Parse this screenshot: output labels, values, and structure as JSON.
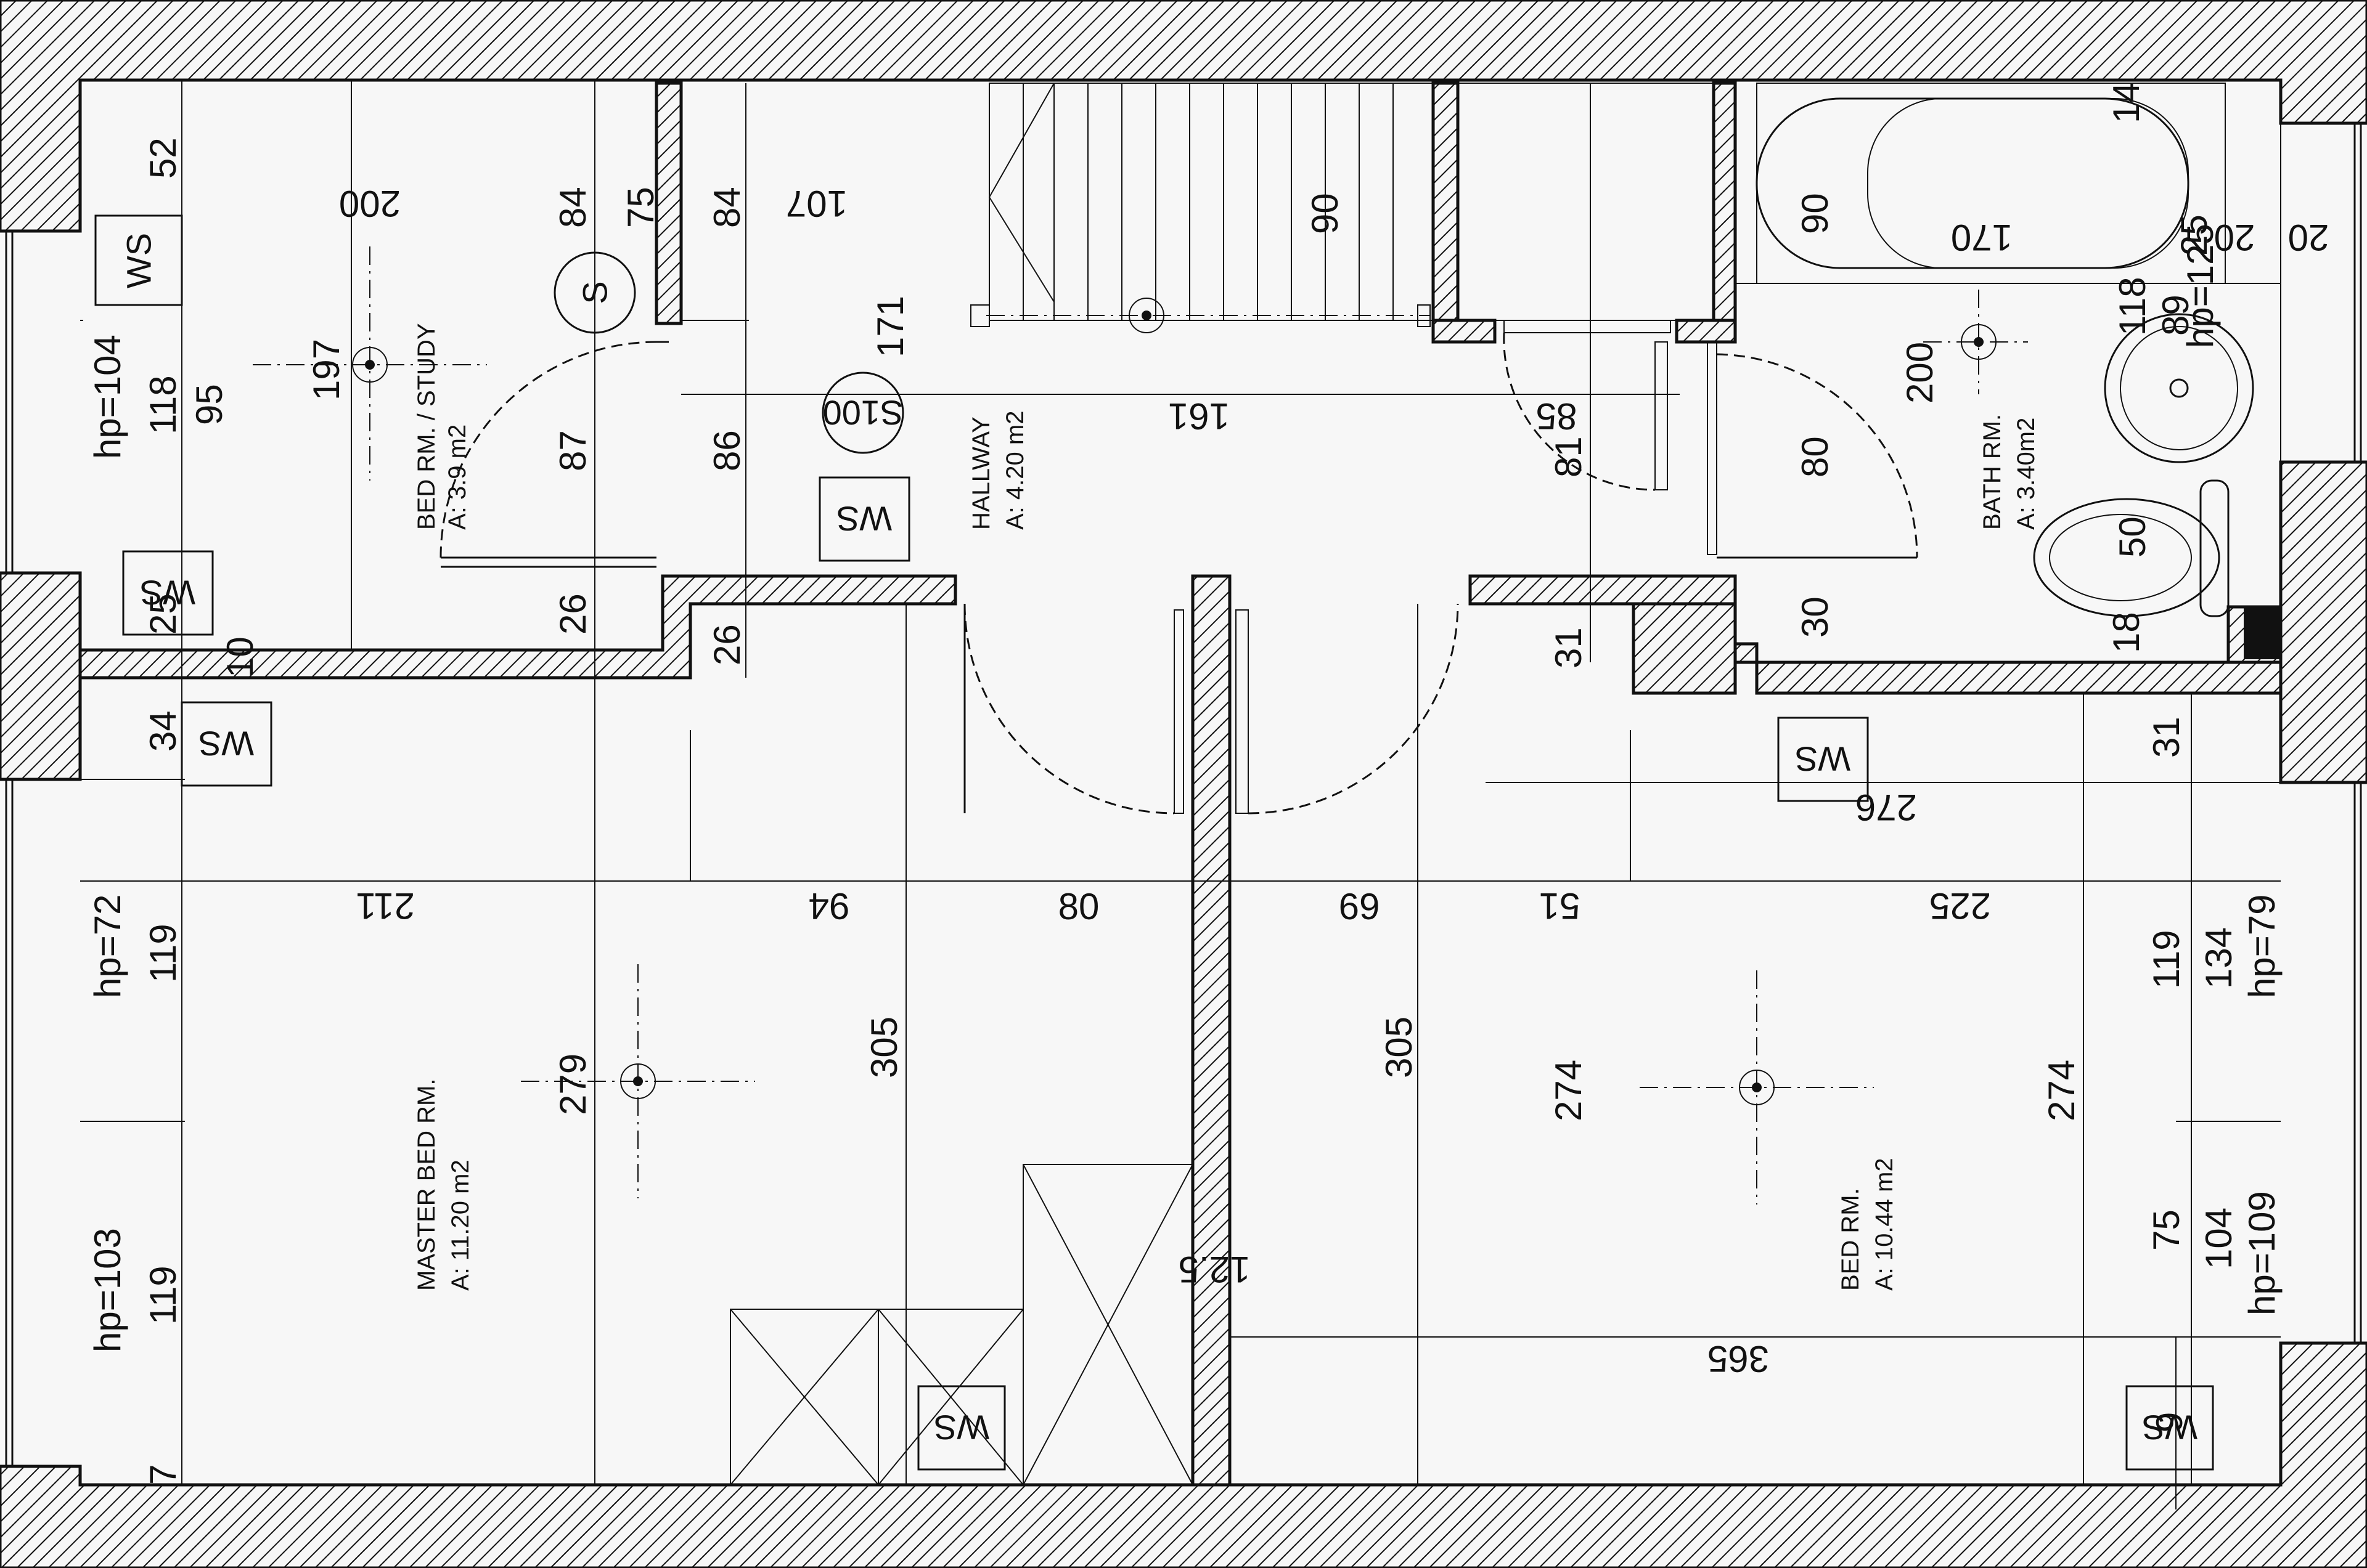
{
  "rooms": {
    "study_name": "BED RM. / STUDY",
    "study_area": "A: 3.9 m2",
    "hallway_name": "HALLWAY",
    "hallway_area": "A: 4.20 m2",
    "bath_name": "BATH RM.",
    "bath_area": "A: 3.40m2",
    "master_name": "MASTER BED RM.",
    "master_area": "A: 11.20 m2",
    "bed_name": "BED RM.",
    "bed_area": "A: 10.44 m2"
  },
  "heights": {
    "study_left": "hp=104",
    "master_left_top": "hp=72",
    "master_left_bottom": "hp=103",
    "bed_right_top": "hp=79",
    "bed_right_bottom": "hp=109",
    "bath_right": "hp=125"
  },
  "symbols": {
    "ws": "WS",
    "s": "S",
    "s100": "S100"
  },
  "dims": {
    "d52": "52",
    "d200": "200",
    "d84a": "84",
    "d75": "75",
    "d84b": "84",
    "d107": "107",
    "d90a": "90",
    "d14": "14",
    "d90b": "90",
    "d170": "170",
    "d20a": "20",
    "d20b": "20",
    "d25": "25",
    "d118a": "118",
    "d95": "95",
    "d197": "197",
    "d87": "87",
    "d86": "86",
    "d171": "171",
    "d161": "161",
    "d85": "85",
    "d81": "81",
    "d80a": "80",
    "d200b": "200",
    "d118b": "118",
    "d89": "89",
    "d50": "50",
    "d26a": "26",
    "d26b": "26",
    "d25b": "25",
    "d10": "10",
    "d34": "34",
    "d31a": "31",
    "d30": "30",
    "d18": "18",
    "d31b": "31",
    "d276": "276",
    "d211": "211",
    "d94": "94",
    "d80b": "80",
    "d69": "69",
    "d51": "51",
    "d225": "225",
    "d119a": "119",
    "d119b": "119",
    "d134": "134",
    "d119c": "119",
    "d279": "279",
    "d305a": "305",
    "d305b": "305",
    "d274a": "274",
    "d274b": "274",
    "d125": "12.5",
    "d365": "365",
    "d75b": "75",
    "d104": "104",
    "d7": "7",
    "d9": "9"
  }
}
